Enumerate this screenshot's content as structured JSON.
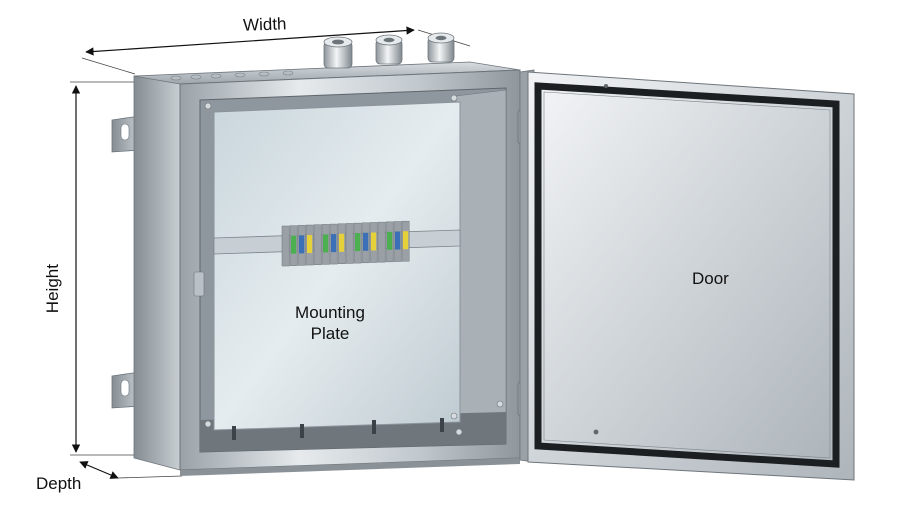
{
  "labels": {
    "width": "Width",
    "height": "Height",
    "depth": "Depth",
    "door": "Door",
    "mounting_plate_line1": "Mounting",
    "mounting_plate_line2": "Plate"
  },
  "colors": {
    "steel_light": "#e4e8eb",
    "steel_mid": "#b9c0c6",
    "steel_dark": "#7d868d",
    "plate": "#d8e2e7",
    "gasket": "#1c1f22",
    "terminal_green": "#4caf50",
    "terminal_yellow": "#e6d13a",
    "terminal_blue": "#3b6fb6",
    "terminal_grey": "#9aa0a6",
    "text": "#111111"
  },
  "icons": {
    "cable_gland": "cable-gland-icon",
    "mounting_bracket": "mounting-bracket-icon",
    "hinge": "hinge-icon"
  }
}
